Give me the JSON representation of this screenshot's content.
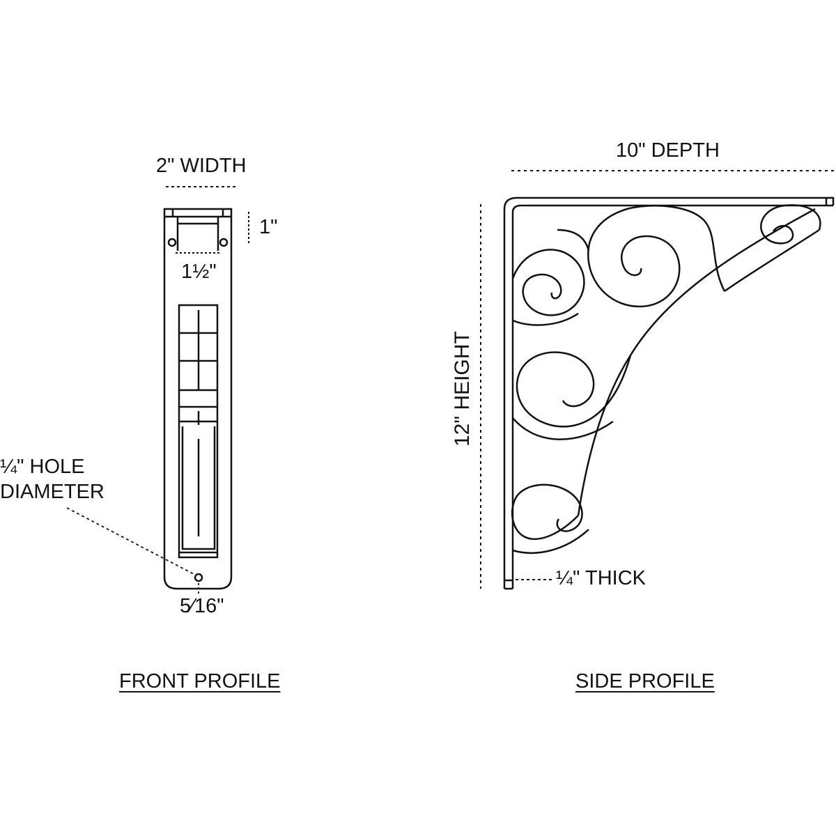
{
  "front": {
    "width_label": "2\" WIDTH",
    "tab_height_label": "1\"",
    "hole_spacing_label": "1½\"",
    "hole_label_line1": "¼\" HOLE",
    "hole_label_line2": "DIAMETER",
    "bottom_label": "5⁄16\"",
    "caption": "FRONT PROFILE"
  },
  "side": {
    "depth_label": "10\" DEPTH",
    "height_label": "12\" HEIGHT",
    "thick_label": "¼\" THICK",
    "caption": "SIDE PROFILE"
  }
}
